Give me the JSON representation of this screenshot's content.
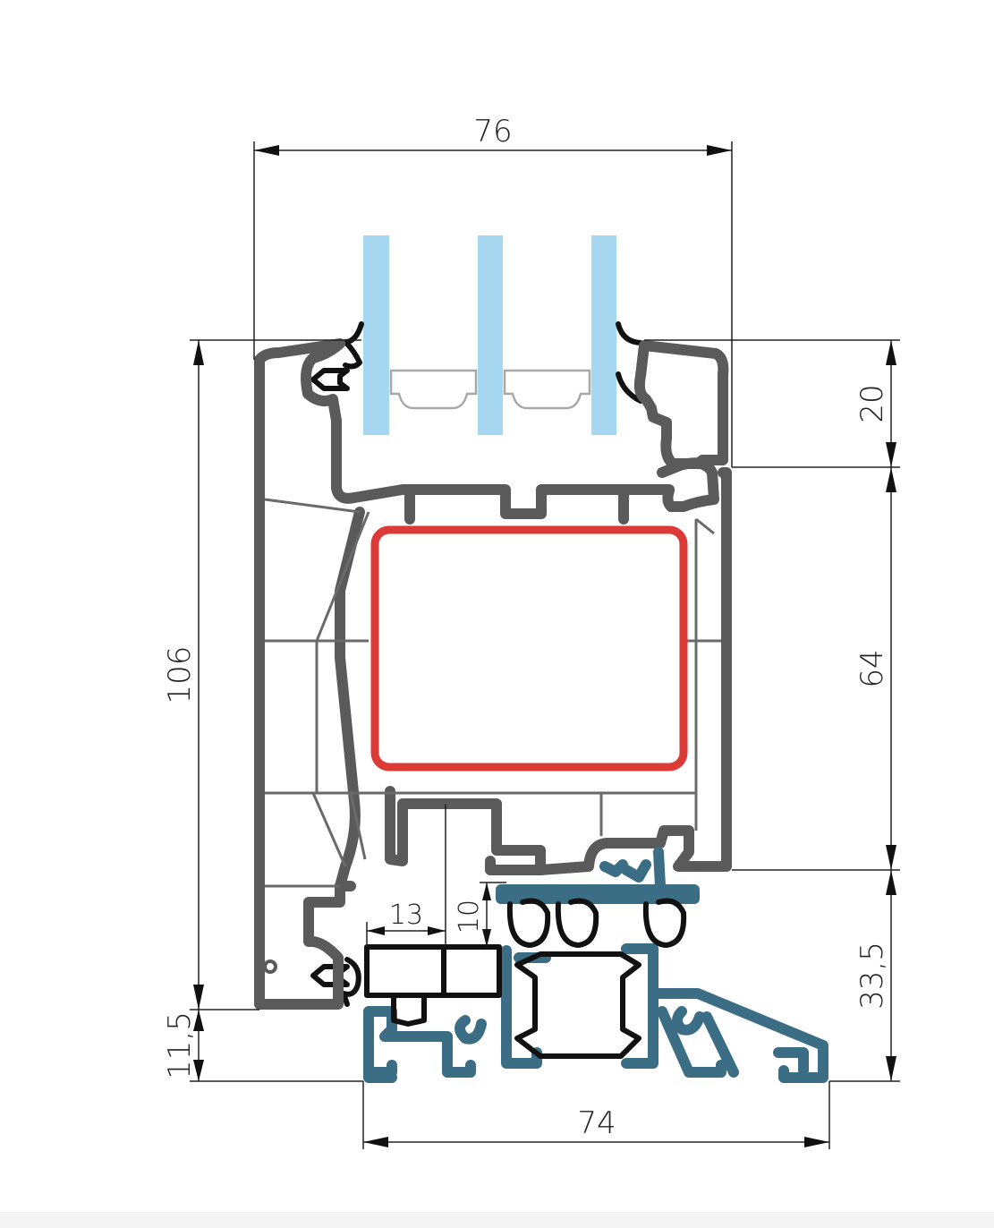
{
  "dimensions": {
    "width_top": "76",
    "width_bottom": "74",
    "height_total": "106",
    "height_sill_offset": "11,5",
    "height_glazing_bead": "20",
    "height_sash": "64",
    "height_threshold": "33,5",
    "threshold_width": "13",
    "threshold_height": "10"
  },
  "colors": {
    "pvc_profile": "#5a5a5a",
    "threshold_profile": "#3b6d85",
    "reinforcement": "#dc3a36",
    "glass": "#a5d7f1",
    "seal": "#111111"
  }
}
